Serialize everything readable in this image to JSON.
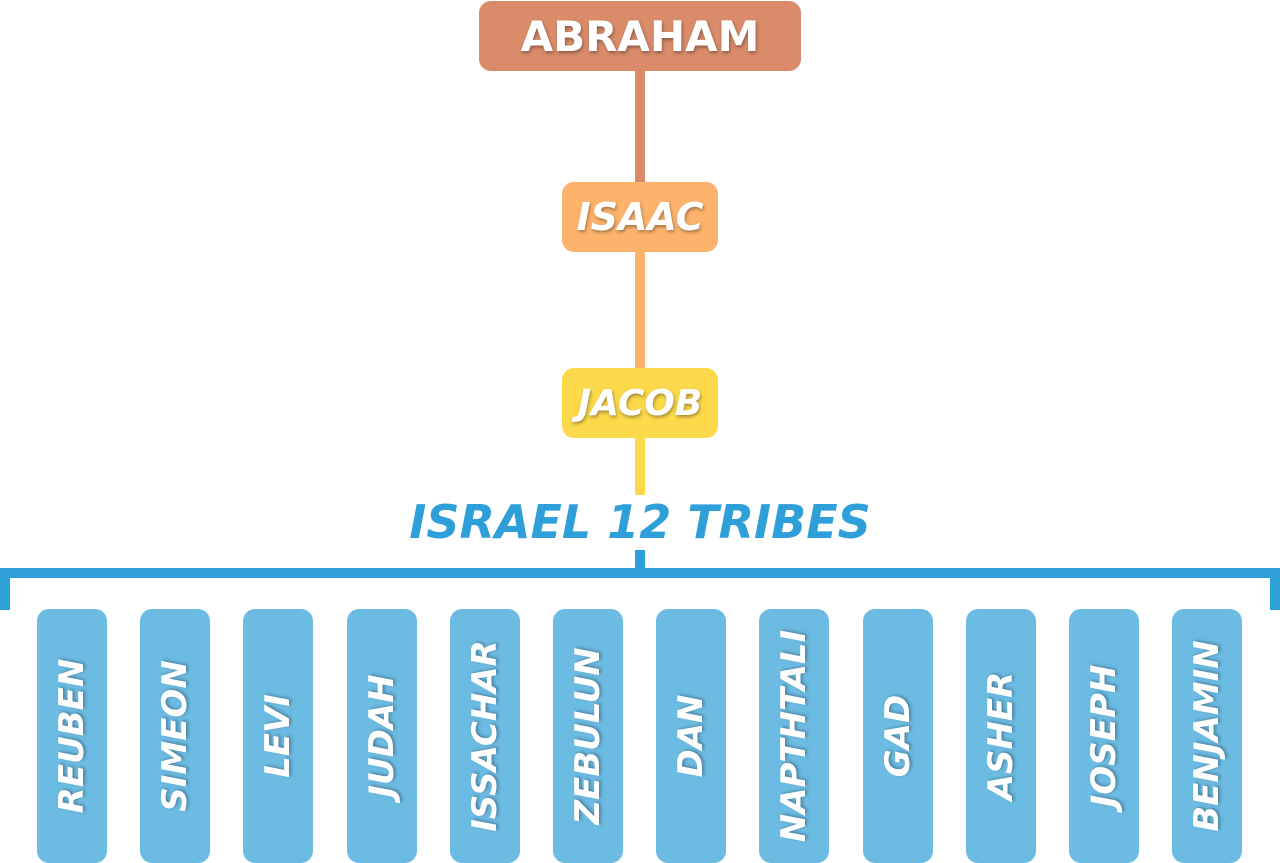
{
  "lineage": {
    "abraham": "ABRAHAM",
    "isaac": "ISAAC",
    "jacob": "JACOB"
  },
  "group_title": "ISRAEL 12 TRIBES",
  "tribes": [
    "REUBEN",
    "SIMEON",
    "LEVI",
    "JUDAH",
    "ISSACHAR",
    "ZEBULUN",
    "DAN",
    "NAPTHTALI",
    "GAD",
    "ASHER",
    "JOSEPH",
    "BENJAMIN"
  ],
  "colors": {
    "abraham": "#d98b6a",
    "isaac": "#fdb36c",
    "jacob": "#fbd94a",
    "tribes_accent": "#2e9fd8",
    "tribe_box": "#6cbbe3"
  }
}
